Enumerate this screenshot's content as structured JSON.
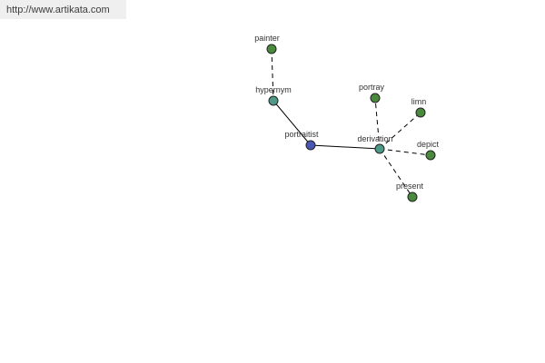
{
  "banner": {
    "url_text": "http://www.artikata.com"
  },
  "colors": {
    "word_node": "#4a8a3d",
    "relation_node": "#4e9a88",
    "root_node": "#4a56b4",
    "node_stroke": "#222222",
    "edge": "#000000",
    "label": "#333333"
  },
  "graph": {
    "nodes": [
      {
        "id": "painter",
        "label": "painter",
        "kind": "word"
      },
      {
        "id": "hypernym",
        "label": "hypernym",
        "kind": "relation"
      },
      {
        "id": "portraitist",
        "label": "portraitist",
        "kind": "root"
      },
      {
        "id": "derivation",
        "label": "derivation",
        "kind": "relation"
      },
      {
        "id": "portray",
        "label": "portray",
        "kind": "word"
      },
      {
        "id": "limn",
        "label": "limn",
        "kind": "word"
      },
      {
        "id": "depict",
        "label": "depict",
        "kind": "word"
      },
      {
        "id": "present",
        "label": "present",
        "kind": "word"
      }
    ],
    "edges": [
      {
        "from": "painter",
        "to": "hypernym",
        "style": "dashed"
      },
      {
        "from": "hypernym",
        "to": "portraitist",
        "style": "solid"
      },
      {
        "from": "portraitist",
        "to": "derivation",
        "style": "solid"
      },
      {
        "from": "derivation",
        "to": "portray",
        "style": "dashed"
      },
      {
        "from": "derivation",
        "to": "limn",
        "style": "dashed"
      },
      {
        "from": "derivation",
        "to": "depict",
        "style": "dashed"
      },
      {
        "from": "derivation",
        "to": "present",
        "style": "dashed"
      }
    ]
  }
}
